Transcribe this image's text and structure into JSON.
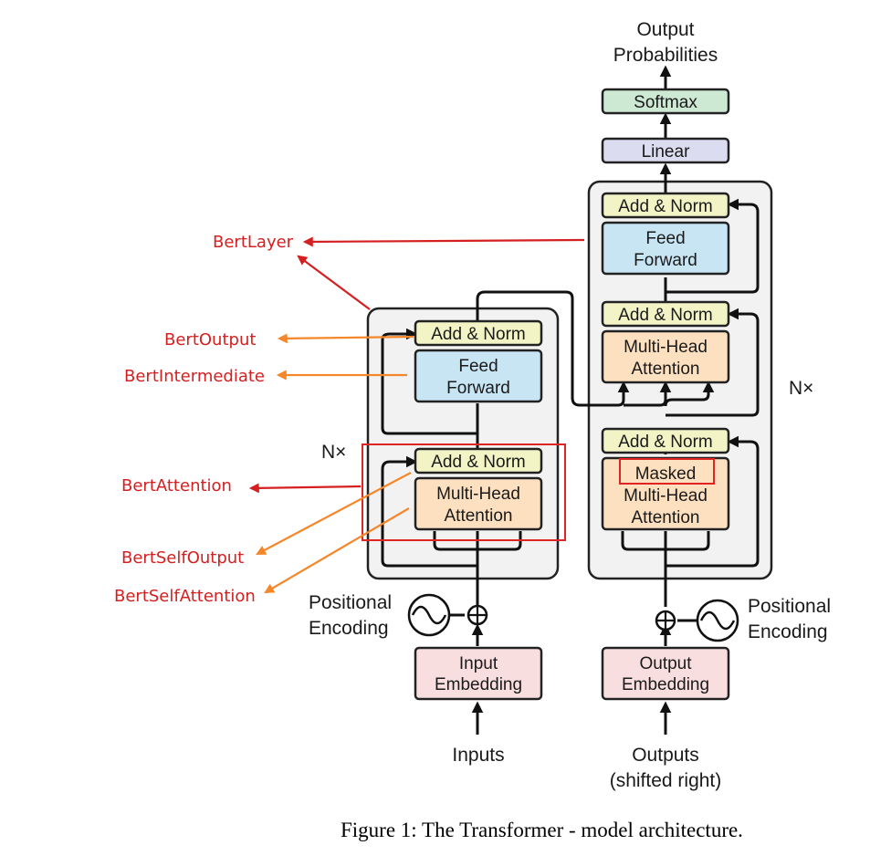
{
  "caption": "Figure 1: The Transformer - model architecture.",
  "output": {
    "line1": "Output",
    "line2": "Probabilities"
  },
  "decoder": {
    "softmax": "Softmax",
    "linear": "Linear",
    "add_norm_top": "Add & Norm",
    "feed_forward_line1": "Feed",
    "feed_forward_line2": "Forward",
    "add_norm_mid": "Add & Norm",
    "mha_line1": "Multi-Head",
    "mha_line2": "Attention",
    "add_norm_bottom": "Add & Norm",
    "masked": "Masked",
    "masked_mha_line1": "Multi-Head",
    "masked_mha_line2": "Attention",
    "nx": "N×",
    "positional_line1": "Positional",
    "positional_line2": "Encoding",
    "embedding_line1": "Output",
    "embedding_line2": "Embedding",
    "input_line1": "Outputs",
    "input_line2": "(shifted right)"
  },
  "encoder": {
    "add_norm_top": "Add & Norm",
    "feed_forward_line1": "Feed",
    "feed_forward_line2": "Forward",
    "add_norm_bottom": "Add & Norm",
    "mha_line1": "Multi-Head",
    "mha_line2": "Attention",
    "nx": "N×",
    "positional_line1": "Positional",
    "positional_line2": "Encoding",
    "embedding_line1": "Input",
    "embedding_line2": "Embedding",
    "input_label": "Inputs"
  },
  "annotations": {
    "bert_layer": "BertLayer",
    "bert_output": "BertOutput",
    "bert_intermediate": "BertIntermediate",
    "bert_attention": "BertAttention",
    "bert_self_output": "BertSelfOutput",
    "bert_self_attention": "BertSelfAttention"
  },
  "colors": {
    "add_norm": "#f2f4c6",
    "feed_forward": "#c8e5f4",
    "attention": "#fce0c0",
    "embedding": "#f8dede",
    "softmax": "#cde8d3",
    "linear": "#dcdcf0",
    "annotation_red": "#d42020",
    "annotation_orange": "#f5872b"
  }
}
